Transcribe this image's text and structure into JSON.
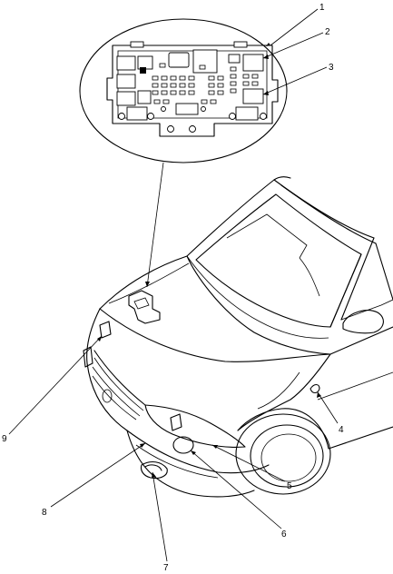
{
  "callouts": [
    {
      "id": "1",
      "text": "1"
    },
    {
      "id": "2",
      "text": "2"
    },
    {
      "id": "3",
      "text": "3"
    },
    {
      "id": "4",
      "text": "4"
    },
    {
      "id": "5",
      "text": "5"
    },
    {
      "id": "6",
      "text": "6"
    },
    {
      "id": "7",
      "text": "7"
    },
    {
      "id": "8",
      "text": "8"
    },
    {
      "id": "9",
      "text": "9"
    }
  ]
}
